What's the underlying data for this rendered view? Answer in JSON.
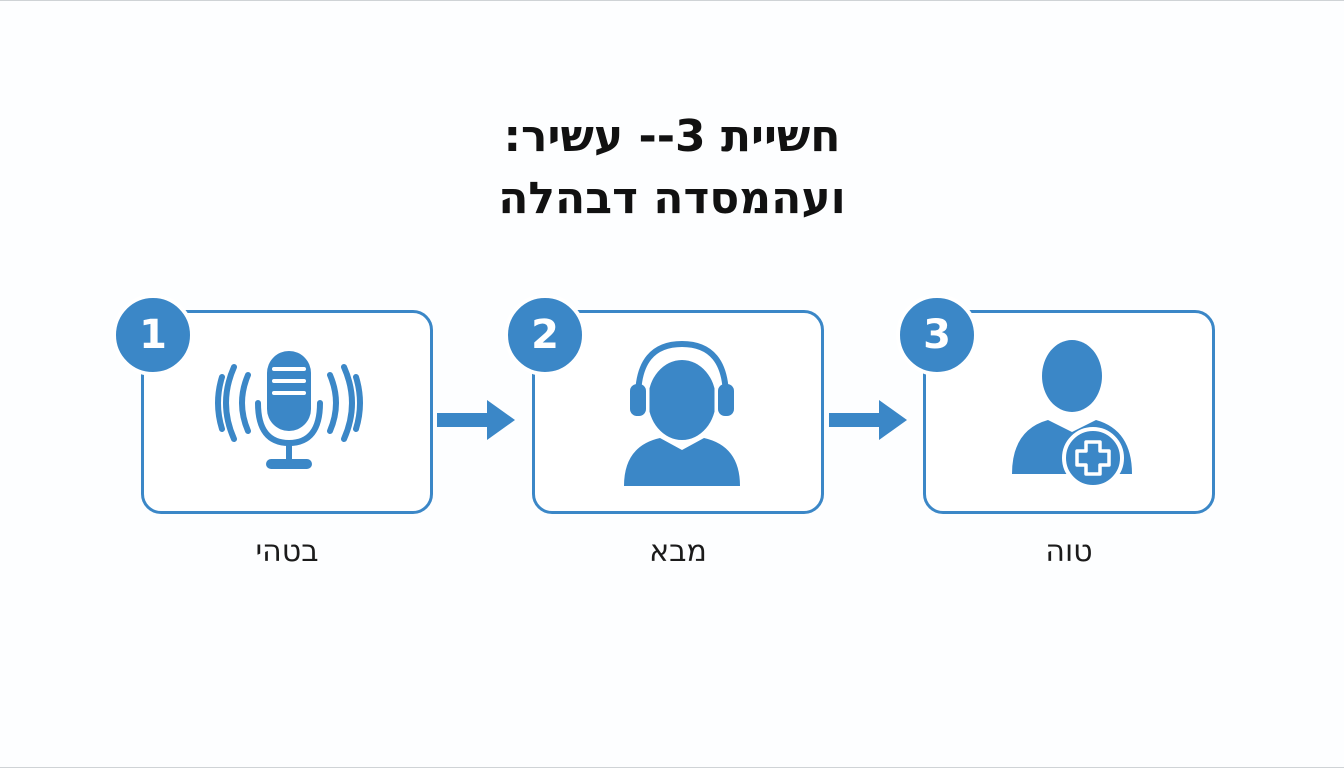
{
  "title": {
    "line1": "חשיית 3-- עשיר:",
    "line2": "ועהמסדה דבהלה"
  },
  "accent_color": "#3b87c7",
  "steps": [
    {
      "number": "1",
      "label": "בטהי",
      "icon": "microphone-icon"
    },
    {
      "number": "2",
      "label": "מבא",
      "icon": "headset-person-icon"
    },
    {
      "number": "3",
      "label": "טוה",
      "icon": "person-medical-icon"
    }
  ]
}
